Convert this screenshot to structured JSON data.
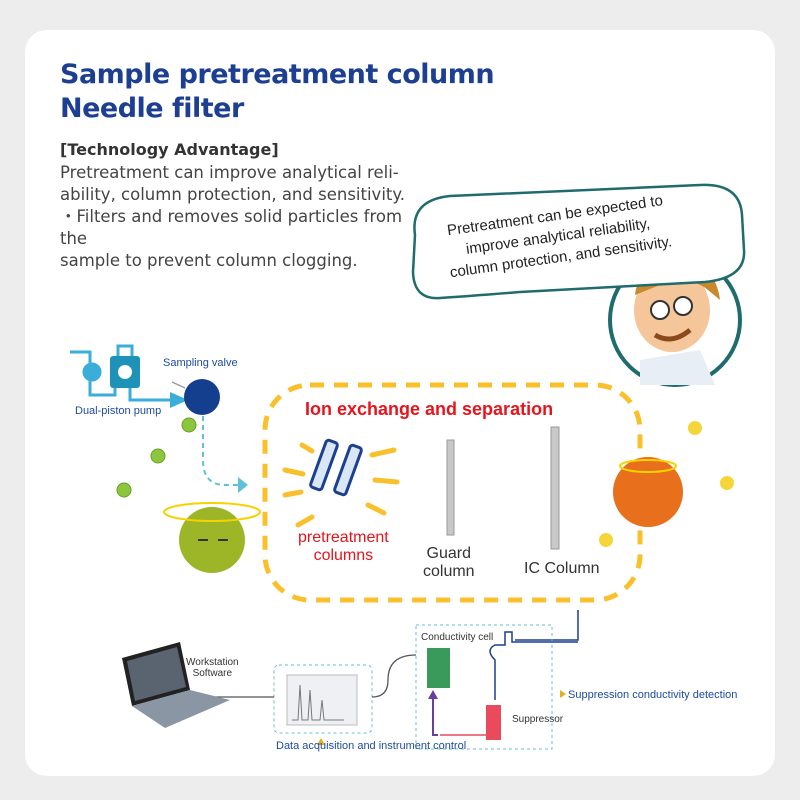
{
  "header": {
    "title_line1": "Sample pretreatment column",
    "title_line2": "Needle filter"
  },
  "advantage": {
    "heading": "[Technology Advantage]",
    "line1": "Pretreatment can improve analytical reli-",
    "line2": "ability, column protection, and sensitivity.",
    "line3": "・Filters and removes solid particles from the",
    "line4": "sample to prevent column clogging."
  },
  "speech_bubble": {
    "line1": "Pretreatment can be expected to",
    "line2": "improve analytical reliability,",
    "line3": "column protection, and sensitivity."
  },
  "diagram": {
    "pump_label": "Dual-piston pump",
    "valve_label": "Sampling valve",
    "section_title": "Ion exchange and separation",
    "pretreatment_label_1": "pretreatment",
    "pretreatment_label_2": "columns",
    "guard_label_1": "Guard",
    "guard_label_2": "column",
    "ic_label": "IC Column",
    "cell_label": "Conductivity cell",
    "suppressor_label": "Suppressor",
    "suppression_label": "Suppression conductivity detection",
    "workstation_label_1": "Workstation",
    "workstation_label_2": "Software",
    "data_acq_label": "Data acquisition and instrument control"
  },
  "colors": {
    "title": "#1c3f91",
    "accent_red": "#e8141c",
    "dash_yellow": "#f9c02c",
    "cyan": "#3aaed8",
    "navy": "#1c3f91",
    "green": "#3a9a5c",
    "pink": "#e94a5c"
  }
}
